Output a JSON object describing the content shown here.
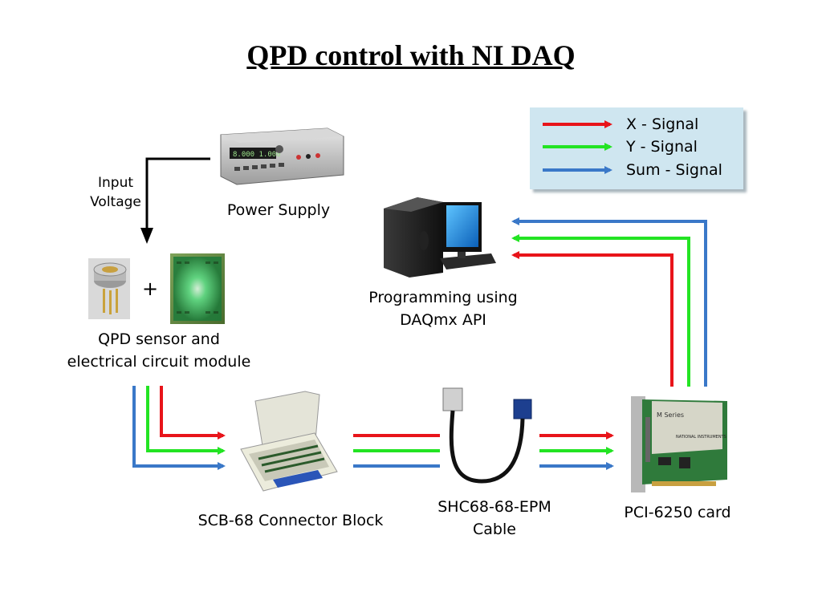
{
  "title": "QPD control with NI DAQ",
  "legend": {
    "x": "X - Signal",
    "y": "Y - Signal",
    "sum": "Sum - Signal"
  },
  "labels": {
    "input_voltage": "Input Voltage",
    "power_supply": "Power Supply",
    "plus": "+",
    "qpd_line1": "QPD sensor and",
    "qpd_line2": "electrical circuit module",
    "programming_line1": "Programming using",
    "programming_line2": "DAQmx API",
    "scb68": "SCB-68 Connector Block",
    "cable_line1": "SHC68-68-EPM",
    "cable_line2": "Cable",
    "pci": "PCI-6250 card"
  },
  "pci_card_text": {
    "series": "M Series",
    "brand": "NATIONAL INSTRUMENTS"
  },
  "colors": {
    "x_signal": "#e8141a",
    "y_signal": "#23e423",
    "sum_signal": "#3a78c8",
    "legend_bg": "#cfe6f0"
  }
}
